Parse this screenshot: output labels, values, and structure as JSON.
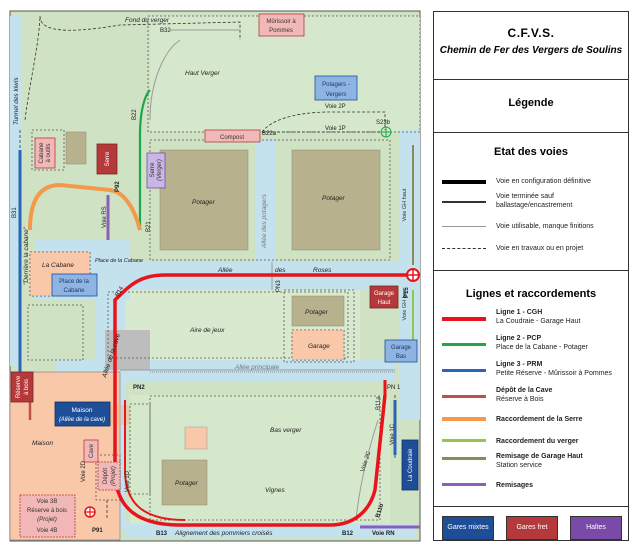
{
  "legend": {
    "title": "C.F.V.S.",
    "subtitle": "Chemin de Fer des Vergers de Soulins",
    "heading": "Légende",
    "track_state": {
      "title": "Etat des voies",
      "items": [
        {
          "label": "Voie en configuration définitive",
          "style": "thick-solid"
        },
        {
          "label": "Voie terminée sauf ballastage/encastrement",
          "style": "medium-solid"
        },
        {
          "label": "Voie utilisable, manque finitions",
          "style": "thin-solid"
        },
        {
          "label": "Voie en travaux ou en projet",
          "style": "dashed"
        }
      ]
    },
    "lines": {
      "title": "Lignes et raccordements",
      "items": [
        {
          "name": "Ligne 1 - CGH",
          "desc": "La Coudraie - Garage Haut",
          "color": "#e8131b"
        },
        {
          "name": "Ligne 2 - PCP",
          "desc": "Place de la Cabane - Potager",
          "color": "#1ea64a"
        },
        {
          "name": "Ligne 3 - PRM",
          "desc": "Petite Réserve - Mûrissoir à Pommes",
          "color": "#2a66b8"
        },
        {
          "name": "Dépôt de la Cave",
          "desc": "Réserve à Bois",
          "color": "#c0504d"
        },
        {
          "name": "Raccordement de la Serre",
          "desc": "",
          "color": "#f29a4a"
        },
        {
          "name": "Raccordement du verger",
          "desc": "",
          "color": "#92c74a"
        },
        {
          "name": "Remisage de Garage Haut",
          "desc": "Station service",
          "color": "#8a8a5a"
        },
        {
          "name": "Remisages",
          "desc": "",
          "color": "#8b5fb8"
        }
      ]
    },
    "keys": [
      {
        "label": "Gares mixtes",
        "color": "#1f4e99"
      },
      {
        "label": "Gares fret",
        "color": "#b5393a"
      },
      {
        "label": "Haltes",
        "color": "#7a4aa8"
      }
    ]
  },
  "map": {
    "areas": {
      "fond_verger": "Fond du verger",
      "haut_verger": "Haut Verger",
      "potager_l": "Potager",
      "potager_r": "Potager",
      "aire_jeux": "Aire de jeux",
      "bas_verger": "Bas verger",
      "vignes": "Vignes",
      "potager_bas": "Potager",
      "potager_small": "Potager",
      "garage": "Garage",
      "la_cabane": "La Cabane",
      "maison": "Maison",
      "place_cabane": "Place de la Cabane"
    },
    "alleys": {
      "roses_1": "Allée",
      "roses_2": "des",
      "roses_3": "Roses",
      "principale": "Allée principale",
      "pommiers": "Alignement  des  pommiers  croisés",
      "potagers": "Allée des potagers",
      "cave": "Allée de la cave",
      "tunnel": "Tunnel des kiwis",
      "derriere": "\"Derrière la cabane\""
    },
    "stations": {
      "murissoir": [
        "Mûrissoir à",
        "Pommes"
      ],
      "potagers_vergers": [
        "Potagers -",
        "Vergers"
      ],
      "compost": "Compost",
      "cabane_outils": [
        "Cabane",
        "à outils"
      ],
      "serre": "Serre",
      "serre_verger": [
        "Serre",
        "(Verger)"
      ],
      "place_cabane": [
        "Place de la",
        "Cabane"
      ],
      "garage_haut": [
        "Garage",
        "Haut"
      ],
      "garage_bas": [
        "Garage",
        "Bas"
      ],
      "reserve_bois": [
        "Réserve",
        "à bois"
      ],
      "maison": [
        "Maison",
        "(Allée de la cave)"
      ],
      "cave": "Cave",
      "depot": [
        "Dépôt",
        "(Projet)"
      ],
      "voie3b": [
        "Voie 3B",
        "Réserve à bois",
        "(Projet)",
        "Voie 4B"
      ],
      "la_coudraie": "La Coudraie",
      "voie_gh_haut": "Voie GH haut",
      "voie_gh_bas": "Voie GH bas"
    },
    "track_labels": {
      "b32": "B32",
      "b22": "B22",
      "b22a": "B22a",
      "s23b": "S23b",
      "voie2p": "Voie 2P",
      "voie1p": "Voie 1P",
      "p92": "P92",
      "voie_rs": "Voie RS",
      "b21": "B21",
      "b31": "B31",
      "b14": "B14",
      "pn3": "PN3",
      "p15": "P15",
      "pn2": "PN2",
      "pn1": "PN 1",
      "b11a": "B11a",
      "voie1c": "Voie 1C",
      "voie2c": "Voie 2C",
      "voie1d": "Voie 1D",
      "voie2d": "Voie 2D",
      "p91": "P91",
      "b13": "B13",
      "b12": "B12",
      "b11b": "B11b",
      "voie_rn": "Voie RN"
    }
  }
}
